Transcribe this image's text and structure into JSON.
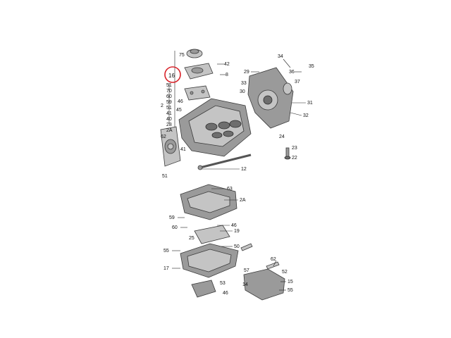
{
  "highlight_label": "16",
  "callouts": [
    {
      "id": "c-75",
      "text": "75"
    },
    {
      "id": "c-42a",
      "text": "42"
    },
    {
      "id": "c-8a",
      "text": "8"
    },
    {
      "id": "c-51",
      "text": "51"
    },
    {
      "id": "c-70",
      "text": "70"
    },
    {
      "id": "c-60",
      "text": "60"
    },
    {
      "id": "c-59",
      "text": "59"
    },
    {
      "id": "c-51b",
      "text": "51"
    },
    {
      "id": "c-41",
      "text": "41"
    },
    {
      "id": "c-40",
      "text": "40"
    },
    {
      "id": "c-28",
      "text": "28"
    },
    {
      "id": "c-2A",
      "text": "2A"
    },
    {
      "id": "c-2",
      "text": "2"
    },
    {
      "id": "c-46",
      "text": "46"
    },
    {
      "id": "c-45",
      "text": "45"
    },
    {
      "id": "c-29",
      "text": "29"
    },
    {
      "id": "c-34",
      "text": "34"
    },
    {
      "id": "c-35",
      "text": "35"
    },
    {
      "id": "c-36",
      "text": "36"
    },
    {
      "id": "c-37",
      "text": "37"
    },
    {
      "id": "c-33",
      "text": "33"
    },
    {
      "id": "c-30",
      "text": "30"
    },
    {
      "id": "c-32",
      "text": "32"
    },
    {
      "id": "c-31",
      "text": "31"
    },
    {
      "id": "c-62",
      "text": "62"
    },
    {
      "id": "c-41b",
      "text": "41"
    },
    {
      "id": "c-24",
      "text": "24"
    },
    {
      "id": "c-23",
      "text": "23"
    },
    {
      "id": "c-22",
      "text": "22"
    },
    {
      "id": "c-12",
      "text": "12"
    },
    {
      "id": "c-51c",
      "text": "51"
    },
    {
      "id": "c-63",
      "text": "63"
    },
    {
      "id": "c-2Ab",
      "text": "2A"
    },
    {
      "id": "c-59b",
      "text": "59"
    },
    {
      "id": "c-60b",
      "text": "60"
    },
    {
      "id": "c-46b",
      "text": "46"
    },
    {
      "id": "c-19",
      "text": "19"
    },
    {
      "id": "c-25",
      "text": "25"
    },
    {
      "id": "c-50",
      "text": "50"
    },
    {
      "id": "c-55",
      "text": "55"
    },
    {
      "id": "c-17",
      "text": "17"
    },
    {
      "id": "c-62b",
      "text": "62"
    },
    {
      "id": "c-57",
      "text": "57"
    },
    {
      "id": "c-52",
      "text": "52"
    },
    {
      "id": "c-46c",
      "text": "46"
    },
    {
      "id": "c-15",
      "text": "15"
    },
    {
      "id": "c-55b",
      "text": "55"
    },
    {
      "id": "c-53",
      "text": "53"
    },
    {
      "id": "c-14",
      "text": "14"
    }
  ]
}
